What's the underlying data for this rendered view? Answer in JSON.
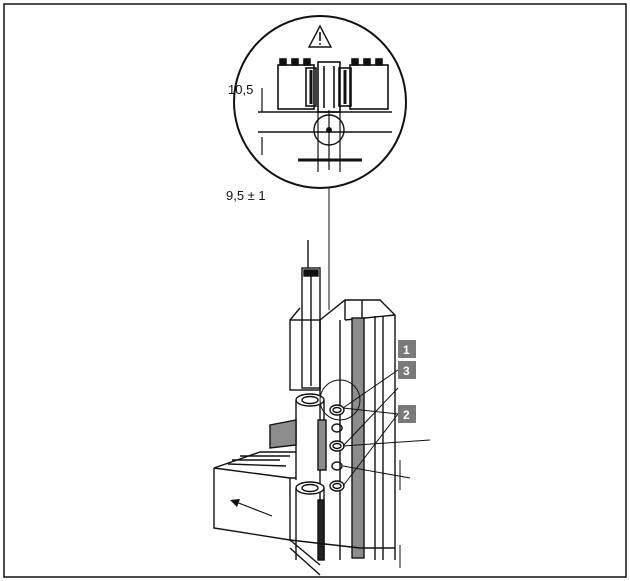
{
  "figure": {
    "warning_symbol": "warning-triangle-icon",
    "dimension_top": "10,5",
    "dimension_bottom": "9,5 ± 1",
    "callouts": [
      "1",
      "3",
      "2"
    ],
    "colors": {
      "line": "#111111",
      "badge": "#7a7a7a",
      "shade": "#8c8c8c",
      "dark": "#222222"
    }
  }
}
